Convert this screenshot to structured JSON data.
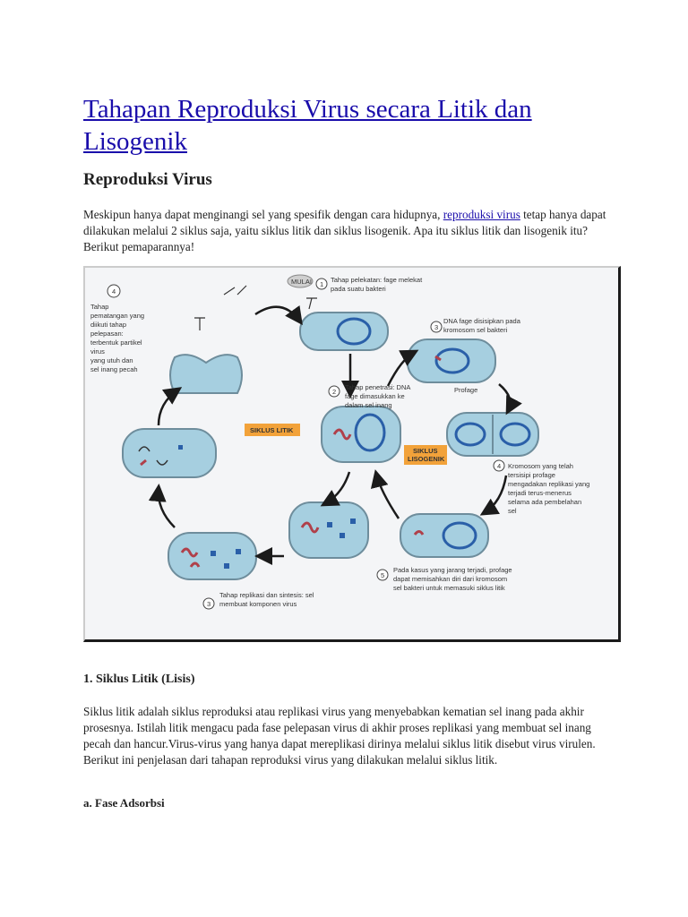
{
  "article": {
    "title": "Tahapan Reproduksi Virus secara Litik dan Lisogenik",
    "section_heading": "Reproduksi Virus",
    "intro": {
      "before_link": "Meskipun hanya dapat menginangi sel yang spesifik dengan cara hidupnya, ",
      "link_text": "reproduksi virus",
      "after_link": " tetap hanya dapat dilakukan melalui 2 siklus saja, yaitu siklus litik dan siklus lisogenik. Apa itu siklus litik dan lisogenik itu? Berikut pemaparannya!"
    },
    "subsection_heading": "1. Siklus Litik (Lisis)",
    "subsection_paragraph": "Siklus litik adalah siklus reproduksi atau replikasi virus yang menyebabkan kematian sel inang pada akhir prosesnya. Istilah litik mengacu pada fase pelepasan virus di akhir proses replikasi yang membuat sel inang pecah dan hancur.Virus-virus yang hanya dapat mereplikasi dirinya melalui siklus litik disebut virus virulen. Berikut ini penjelasan dari tahapan reproduksi virus yang dilakukan melalui siklus litik.",
    "subsubsection_heading": "a. Fase Adsorbsi"
  },
  "diagram": {
    "start_label": "MULAI",
    "lytic_label": "SIKLUS LITIK",
    "lysogenic_label_1": "SIKLUS",
    "lysogenic_label_2": "LISOGENIK",
    "steps": {
      "s1_num": "1",
      "s1_line1": "Tahap pelekatan: fage melekat",
      "s1_line2": "pada suatu bakteri",
      "s2_num": "2",
      "s2_line1": "Tahap penetrasi: DNA",
      "s2_line2": "fage dimasukkan ke",
      "s2_line3": "dalam sel inang",
      "s3_num": "3",
      "s3_line1": "Tahap replikasi dan sintesis: sel",
      "s3_line2": "membuat komponen virus",
      "s4_num": "4",
      "s4_line1": "Tahap",
      "s4_line2": "pematangan yang",
      "s4_line3": "diikuti tahap",
      "s4_line4": "pelepasan:",
      "s4_line5": "terbentuk partikel",
      "s4_line6": "virus",
      "s4_line7": "yang utuh dan",
      "s4_line8": "sel inang pecah",
      "l3_num": "3",
      "l3_line1": "DNA fage disisipkan pada",
      "l3_line2": "kromosom sel bakteri",
      "profage": "Profage",
      "l4_num": "4",
      "l4_line1": "Kromosom yang telah",
      "l4_line2": "tersisipi profage",
      "l4_line3": "mengadakan replikasi yang",
      "l4_line4": "terjadi terus-menerus",
      "l4_line5": "selama ada pembelahan",
      "l4_line6": "sel",
      "l5_num": "5",
      "l5_line1": "Pada kasus yang jarang terjadi, profage",
      "l5_line2": "dapat memisahkan diri dari kromosom",
      "l5_line3": "sel bakteri untuk memasuki siklus litik"
    }
  }
}
